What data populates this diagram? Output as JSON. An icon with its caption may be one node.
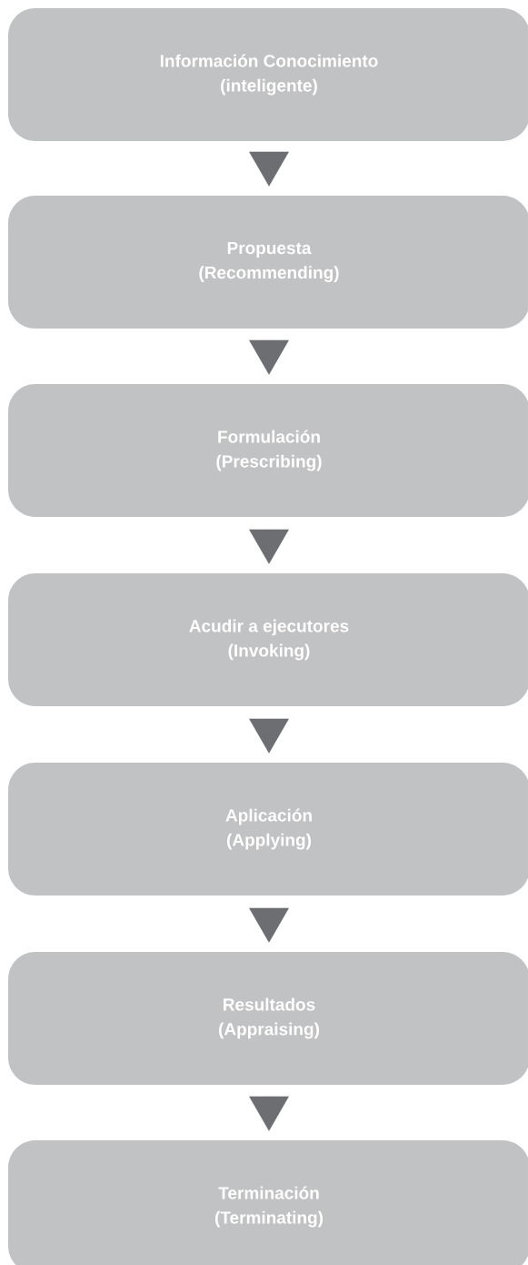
{
  "diagram": {
    "nodes": [
      {
        "text": [
          "Información Conocimiento",
          "(inteligente)"
        ]
      },
      {
        "text": [
          "Propuesta",
          "(Recommending)"
        ]
      },
      {
        "text": [
          "Formulación",
          "(Prescribing)"
        ]
      },
      {
        "text": [
          "Acudir a ejecutores",
          "(Invoking)"
        ]
      },
      {
        "text": [
          "Aplicación",
          "(Applying)"
        ]
      },
      {
        "text": [
          "Resultados",
          "(Appraising)"
        ]
      },
      {
        "text": [
          "Terminación",
          "(Terminating)"
        ]
      }
    ],
    "edges": [
      {
        "from": 0,
        "to": 1,
        "arrow": "to"
      },
      {
        "from": 1,
        "to": 2,
        "arrow": "to"
      },
      {
        "from": 2,
        "to": 3,
        "arrow": "to"
      },
      {
        "from": 3,
        "to": 4,
        "arrow": "to"
      },
      {
        "from": 4,
        "to": 5,
        "arrow": "to"
      },
      {
        "from": 5,
        "to": 6,
        "arrow": "to"
      }
    ]
  }
}
